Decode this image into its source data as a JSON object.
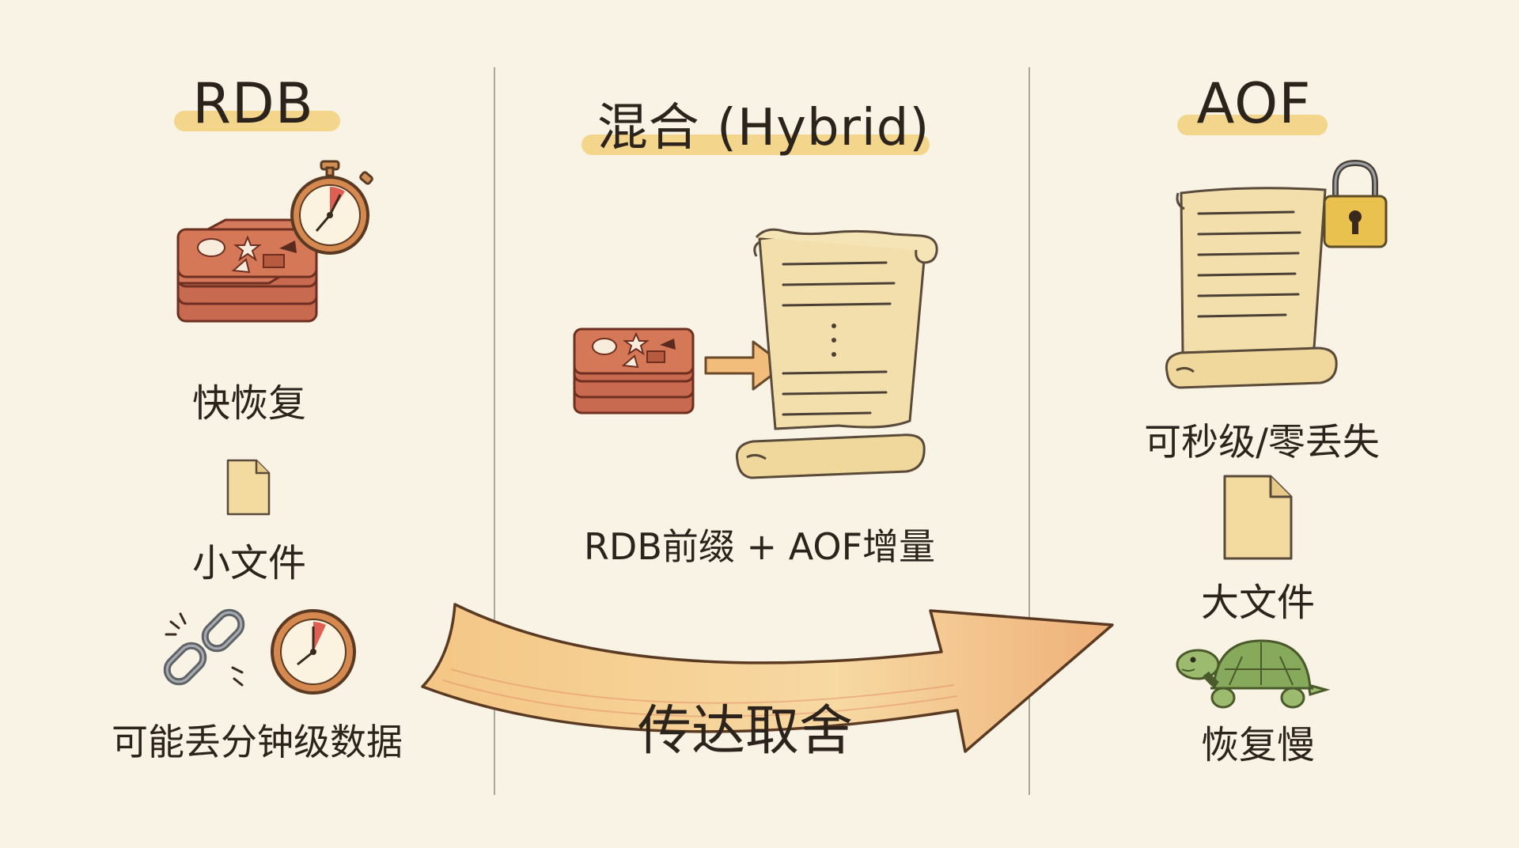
{
  "columns": {
    "rdb": {
      "title": "RDB",
      "features": [
        "快恢复",
        "小文件",
        "可能丢分钟级数据"
      ]
    },
    "hybrid": {
      "title": "混合 (Hybrid)",
      "caption": "RDB前缀 + AOF增量"
    },
    "aof": {
      "title": "AOF",
      "features": [
        "可秒级/零丢失",
        "大文件",
        "恢复慢"
      ]
    }
  },
  "arrow": {
    "label": "传达取舍"
  },
  "icons": [
    "stopwatch-icon",
    "database-stack-icon",
    "file-icon",
    "broken-link-icon",
    "clock-icon",
    "scroll-icon",
    "padlock-icon",
    "turtle-icon"
  ],
  "colors": {
    "background": "#f8f3e4",
    "highlight": "#f2cf7d",
    "database": "#c86a4f",
    "scroll": "#f3dfab",
    "arrow": "#f0bb84",
    "turtle": "#86a95c"
  }
}
